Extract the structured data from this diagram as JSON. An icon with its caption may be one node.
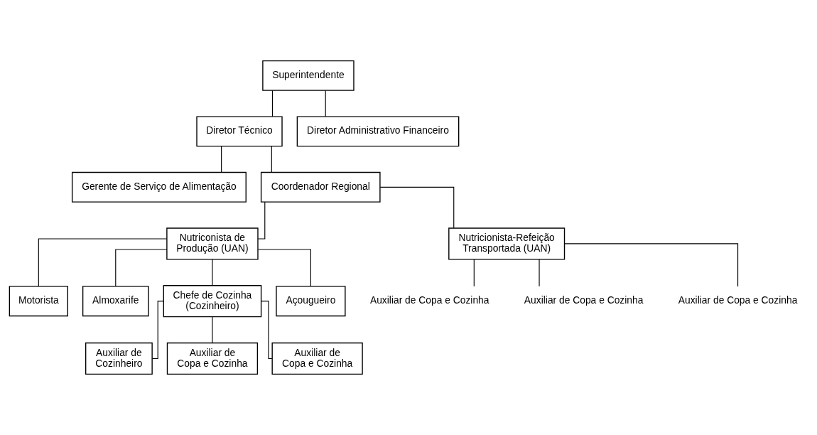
{
  "diagram": {
    "nodes": [
      {
        "text": [
          "Superintendente"
        ]
      },
      {
        "text": [
          "Diretor Técnico"
        ]
      },
      {
        "text": [
          "Diretor Administrativo Financeiro"
        ]
      },
      {
        "text": [
          "Gerente de Serviço de Alimentação"
        ]
      },
      {
        "text": [
          "Coordenador Regional"
        ]
      },
      {
        "text": [
          "Nutriconista de Produção (UAN)"
        ]
      },
      {
        "text": [
          "Nutricionista-Refeição Transportada (UAN)"
        ]
      },
      {
        "text": [
          "Motorista"
        ]
      },
      {
        "text": [
          "Almoxarife"
        ]
      },
      {
        "text": [
          "Chefe de Cozinha (Cozinheiro)"
        ]
      },
      {
        "text": [
          "Açougueiro"
        ]
      },
      {
        "text": [
          "Auxiliar de Cozinheiro"
        ]
      },
      {
        "text": [
          "Auxiliar de Copa e Cozinha"
        ]
      },
      {
        "text": [
          "Auxiliar de Copa e Cozinha"
        ]
      },
      {
        "text": [
          "Auxiliar de Copa e Cozinha"
        ]
      },
      {
        "text": [
          "Auxiliar de Copa e Cozinha"
        ]
      },
      {
        "text": [
          "Auxiliar de Copa e Cozinha"
        ]
      }
    ],
    "edges": [
      {
        "from": 0,
        "to": 1,
        "arrow": "none"
      },
      {
        "from": 0,
        "to": 2,
        "arrow": "none"
      },
      {
        "from": 1,
        "to": 3,
        "arrow": "none"
      },
      {
        "from": 1,
        "to": 4,
        "arrow": "none"
      },
      {
        "from": 4,
        "to": 5,
        "arrow": "none"
      },
      {
        "from": 4,
        "to": 6,
        "arrow": "none"
      },
      {
        "from": 5,
        "to": 7,
        "arrow": "none"
      },
      {
        "from": 5,
        "to": 8,
        "arrow": "none"
      },
      {
        "from": 5,
        "to": 9,
        "arrow": "none"
      },
      {
        "from": 5,
        "to": 10,
        "arrow": "none"
      },
      {
        "from": 9,
        "to": 11,
        "arrow": "none"
      },
      {
        "from": 9,
        "to": 12,
        "arrow": "none"
      },
      {
        "from": 9,
        "to": 13,
        "arrow": "none"
      },
      {
        "from": 6,
        "to": 14,
        "arrow": "none"
      },
      {
        "from": 6,
        "to": 15,
        "arrow": "none"
      },
      {
        "from": 6,
        "to": 16,
        "arrow": "none"
      }
    ]
  }
}
